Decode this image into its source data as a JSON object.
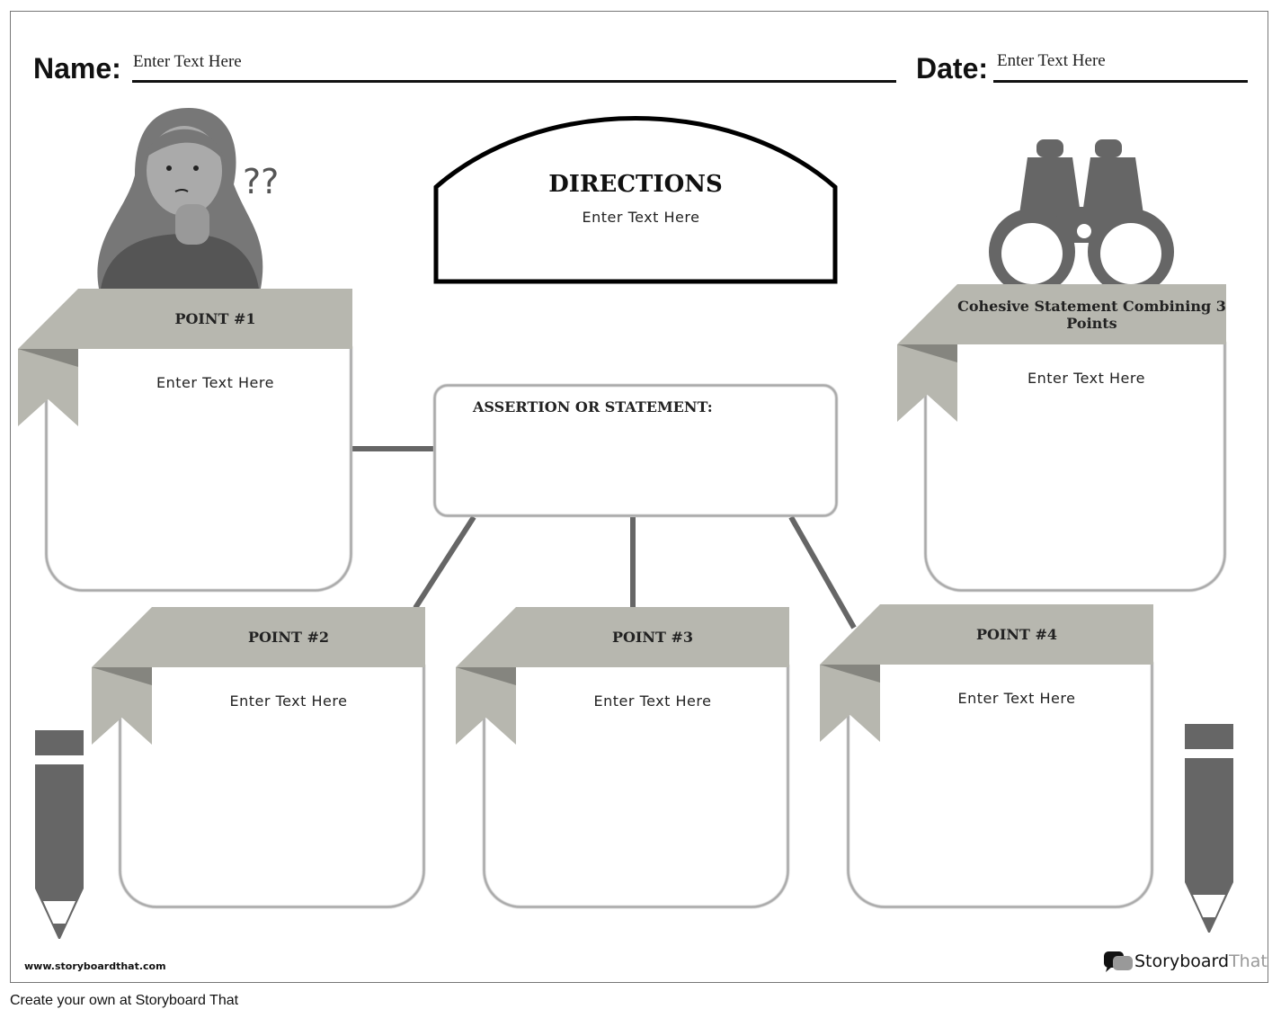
{
  "header": {
    "name_label": "Name:",
    "name_value": "Enter Text Here",
    "date_label": "Date:",
    "date_value": "Enter Text Here"
  },
  "directions": {
    "title": "DIRECTIONS",
    "text": "Enter Text Here"
  },
  "assertion": {
    "label": "ASSERTION OR STATEMENT:"
  },
  "cards": [
    {
      "title": "POINT #1",
      "text": "Enter Text Here"
    },
    {
      "title": "Cohesive Statement Combining 3 Points",
      "text": "Enter Text Here"
    },
    {
      "title": "POINT #2",
      "text": "Enter Text Here"
    },
    {
      "title": "POINT #3",
      "text": "Enter Text Here"
    },
    {
      "title": "POINT #4",
      "text": "Enter Text Here"
    }
  ],
  "footer": {
    "url": "www.storyboardthat.com",
    "brand_a": "Storyboard",
    "brand_b": "That",
    "caption": "Create your own at Storyboard That"
  }
}
